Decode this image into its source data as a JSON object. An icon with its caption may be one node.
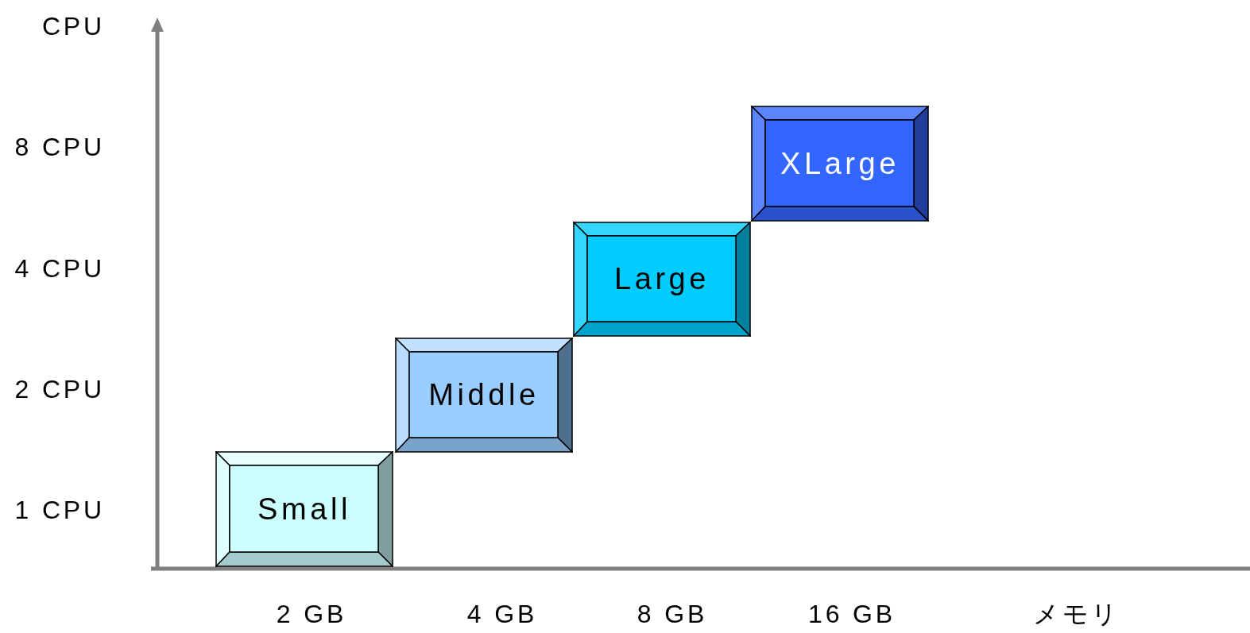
{
  "diagram": {
    "nodes": [
      {
        "text": [
          "Small"
        ]
      },
      {
        "text": [
          "Middle"
        ]
      },
      {
        "text": [
          "Large"
        ]
      },
      {
        "text": [
          "XLarge"
        ]
      }
    ],
    "labels": [
      "CPU",
      "8 CPU",
      "4 CPU",
      "2 CPU",
      "1 CPU",
      "2 GB",
      "4 GB",
      "8 GB",
      "16 GB",
      "メモリ"
    ]
  }
}
